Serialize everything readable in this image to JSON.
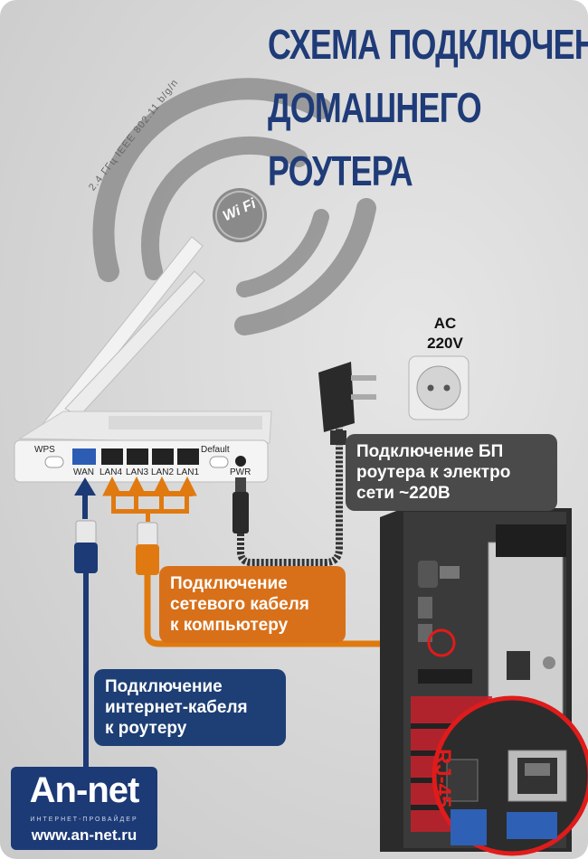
{
  "title": {
    "line1": "СХЕМА ПОДКЛЮЧЕНИЯ",
    "line2": "ДОМАШНЕГО",
    "line3": "РОУТЕРА"
  },
  "wifi": {
    "spec_text": "2.4 ГГц IEEE 802.11 b/g/n",
    "logo_text": "Wi Fi"
  },
  "router": {
    "ports": [
      "WPS",
      "WAN",
      "LAN4",
      "LAN3",
      "LAN2",
      "LAN1",
      "Default",
      "PWR"
    ]
  },
  "outlet": {
    "line1": "AC",
    "line2": "220V"
  },
  "labels": {
    "power": [
      "Подключение БП",
      "роутера к электро",
      "сети ~220В"
    ],
    "lan": [
      "Подключение",
      "сетевого кабеля",
      "к компьютеру"
    ],
    "wan": [
      "Подключение",
      "интернет-кабеля",
      "к роутеру"
    ]
  },
  "connector": "RJ-45",
  "brand": {
    "name": "An-net",
    "tagline": "ИНТЕРНЕТ-ПРОВАЙДЕР",
    "url": "www.an-net.ru"
  },
  "colors": {
    "title": "#1f3b78",
    "wan_cable": "#1c3a76",
    "lan_cable": "#e07a10",
    "label_dark": "#4a4a4a",
    "label_orange": "#d8701a",
    "label_blue": "#1e3f75",
    "highlight": "#e01b1b"
  }
}
